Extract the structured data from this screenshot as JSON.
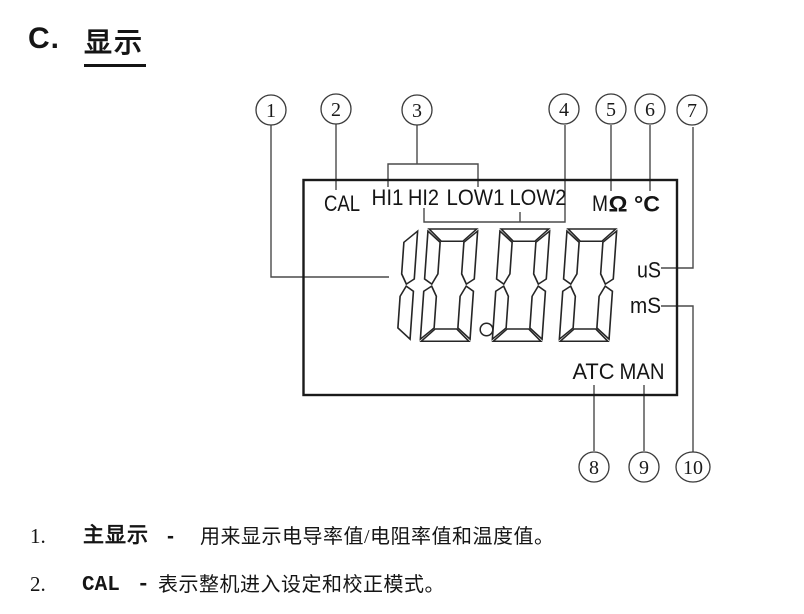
{
  "title": {
    "prefix": "C.",
    "heading": "显示"
  },
  "diagram": {
    "callouts": [
      "1",
      "2",
      "3",
      "4",
      "5",
      "6",
      "7",
      "8",
      "9",
      "10"
    ],
    "display": {
      "cal": "CAL",
      "hi1": "HI1",
      "hi2": "HI2",
      "low1": "LOW1",
      "low2": "LOW2",
      "m": "M",
      "ohm": "Ω",
      "degc": "°C",
      "value": "10.00",
      "us": "uS",
      "ms": "mS",
      "atc": "ATC",
      "man": "MAN"
    }
  },
  "legend": [
    {
      "num": "1.",
      "term": "主显示",
      "dash": "-",
      "desc": "用来显示电导率值/电阻率值和温度值。"
    },
    {
      "num": "2.",
      "term": "CAL",
      "dash": "-",
      "desc": "表示整机进入设定和校正模式。"
    }
  ]
}
